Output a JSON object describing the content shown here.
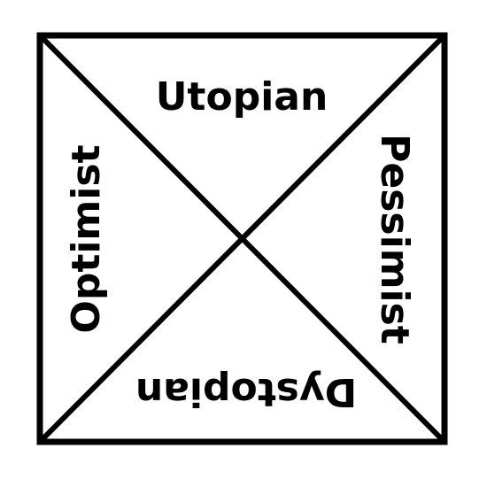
{
  "diagram": {
    "labels": {
      "top": "Utopian",
      "left": "Optimist",
      "right": "Pessimist",
      "bottom": "Dystopian"
    },
    "colors": {
      "stroke": "#000000",
      "background": "#ffffff",
      "text": "#000000"
    }
  }
}
